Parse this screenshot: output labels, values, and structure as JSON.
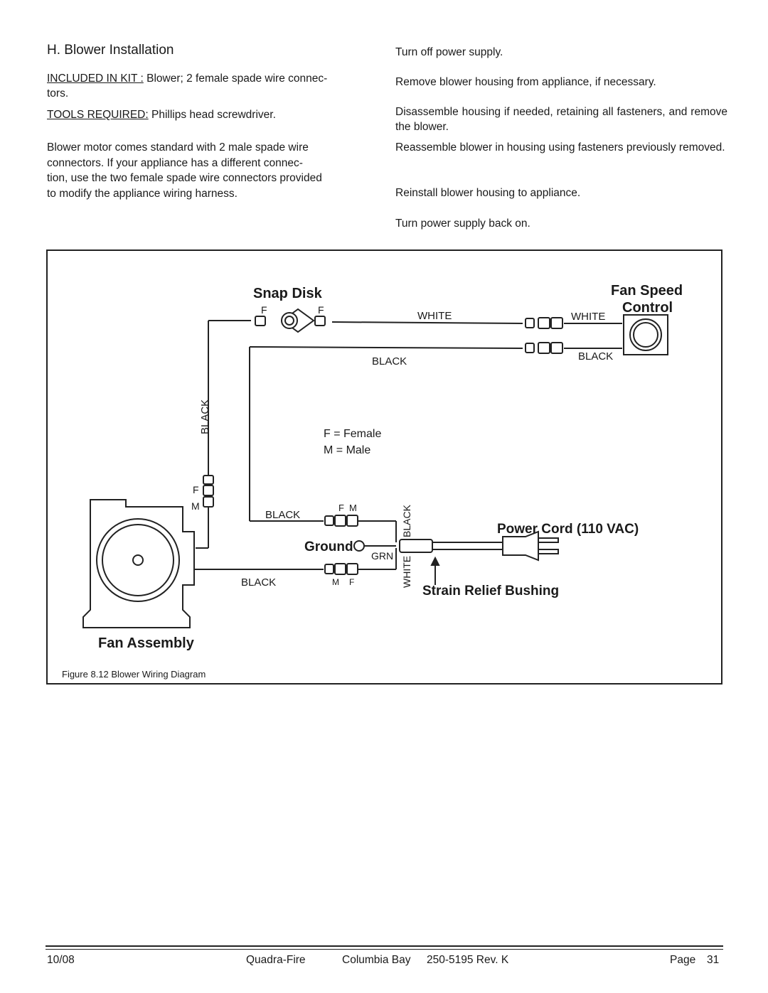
{
  "section": {
    "heading": "H.  Blower Installation",
    "kit_label": "INCLUDED IN KIT :",
    "kit_text": "Blower; 2 female spade wire connec-",
    "kit_text2": "tors.",
    "tools_label": "TOOLS REQUIRED:",
    "tools_text": "Phillips head screwdriver.",
    "intro_lines": [
      "Blower motor comes standard with 2 male spade wire",
      "connectors.  If your appliance has a different connec-",
      "tion, use the two female spade wire connectors provided",
      "to modify the appliance wiring harness."
    ]
  },
  "steps": [
    "Turn off power supply.",
    "Remove blower housing from appliance, if necessary.",
    "Disassemble housing if needed, retaining all fasteners, and remove the blower.",
    "Reassemble blower in housing using fasteners previously removed.",
    "Reinstall blower housing to appliance.",
    "Turn power supply back on."
  ],
  "diagram": {
    "snap_disk": "Snap Disk",
    "fan_speed_1": "Fan Speed",
    "fan_speed_2": "Control",
    "power_cord": "Power Cord (110 VAC)",
    "strain_relief": "Strain Relief Bushing",
    "ground": "Ground",
    "fan_assembly": "Fan Assembly",
    "legend_f": "F = Female",
    "legend_m": "M = Male",
    "wire_white": "WHITE",
    "wire_black": "BLACK",
    "wire_grn": "GRN",
    "letter_f": "F",
    "letter_m": "M",
    "caption": "Figure 8.12  Blower Wiring Diagram"
  },
  "footer": {
    "date": "10/08",
    "brand": "Quadra-Fire",
    "model": "Columbia Bay",
    "doc": "250-5195 Rev. K",
    "page_label": "Page",
    "page_num": "31"
  }
}
